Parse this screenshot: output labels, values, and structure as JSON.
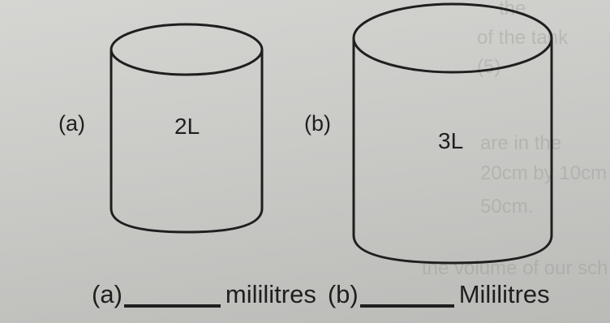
{
  "diagram": {
    "left_cylinder": {
      "letter": "(a)",
      "volume": "2L"
    },
    "right_cylinder": {
      "letter": "(b)",
      "volume": "3L"
    }
  },
  "question": {
    "a_prefix": "(a)",
    "a_suffix": "mililitres",
    "b_prefix": "(b)",
    "b_suffix": "Mililitres"
  }
}
